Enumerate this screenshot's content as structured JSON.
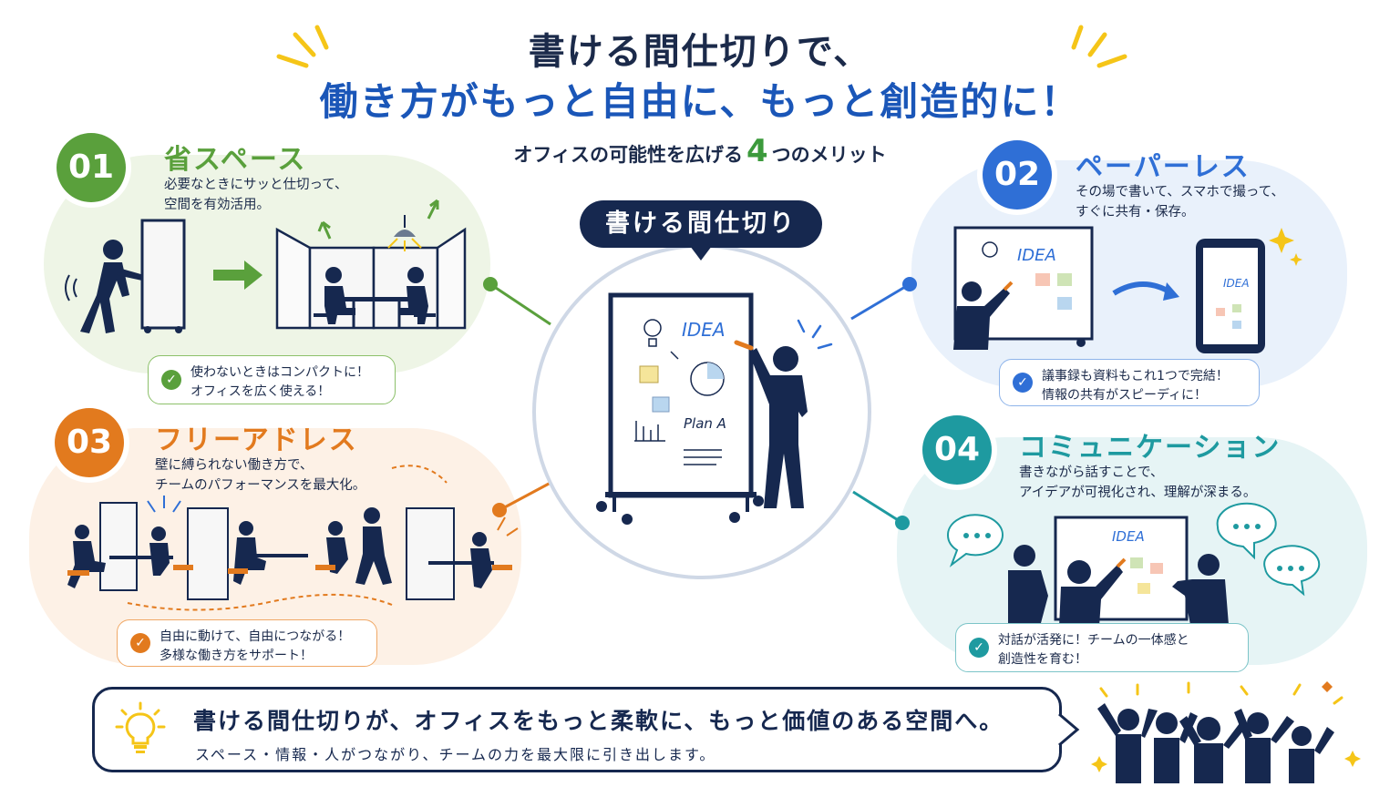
{
  "header": {
    "title_line1": "書ける間仕切りで、",
    "title_line2": "働き方がもっと自由に、もっと創造的に！",
    "subtitle_before": "オフィスの可能性を広げる",
    "subtitle_number": "4",
    "subtitle_after": "つのメリット"
  },
  "center": {
    "label": "書ける間仕切り",
    "board_idea": "IDEA",
    "board_plan": "Plan A"
  },
  "features": [
    {
      "number": "01",
      "title": "省スペース",
      "desc_line1": "必要なときにサッと仕切って、",
      "desc_line2": "空間を有効活用。",
      "callout_line1": "使わないときはコンパクトに！",
      "callout_line2": "オフィスを広く使える！",
      "color": "#5aa03c"
    },
    {
      "number": "02",
      "title": "ペーパーレス",
      "desc_line1": "その場で書いて、スマホで撮って、",
      "desc_line2": "すぐに共有・保存。",
      "callout_line1": "議事録も資料もこれ1つで完結！",
      "callout_line2": "情報の共有がスピーディに！",
      "board_idea": "IDEA",
      "phone_idea": "IDEA",
      "color": "#2f6fd6"
    },
    {
      "number": "03",
      "title": "フリーアドレス",
      "desc_line1": "壁に縛られない働き方で、",
      "desc_line2": "チームのパフォーマンスを最大化。",
      "callout_line1": "自由に動けて、自由につながる！",
      "callout_line2": "多様な働き方をサポート！",
      "color": "#e27a1e"
    },
    {
      "number": "04",
      "title": "コミュニケーション",
      "desc_line1": "書きながら話すことで、",
      "desc_line2": "アイデアが可視化され、理解が深まる。",
      "callout_line1": "対話が活発に！チームの一体感と",
      "callout_line2": "創造性を育む！",
      "board_idea": "IDEA",
      "color": "#1e9aa0"
    }
  ],
  "footer": {
    "main": "書ける間仕切りが、オフィスをもっと柔軟に、もっと価値のある空間へ。",
    "sub": "スペース・情報・人がつながり、チームの力を最大限に引き出します。"
  },
  "icons": {
    "check": "check-icon",
    "bulb": "lightbulb-icon"
  }
}
